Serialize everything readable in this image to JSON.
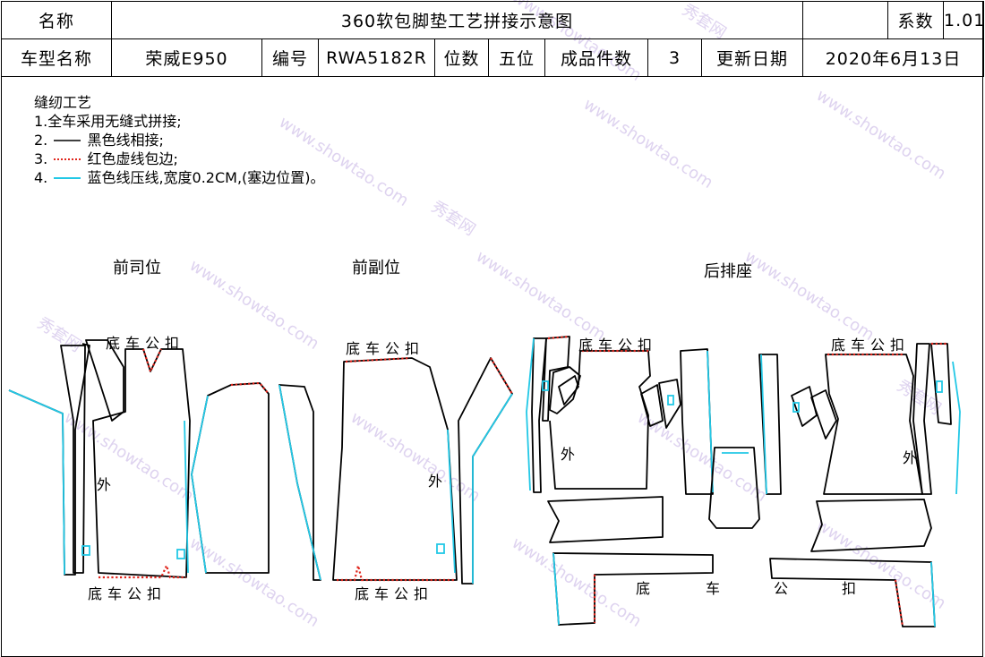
{
  "header": {
    "name_label": "名称",
    "title": "360软包脚垫工艺拼接示意图",
    "coef_label": "系数",
    "coef_value": "1.01",
    "model_label": "车型名称",
    "model_value": "荣威E950",
    "code_label": "编号",
    "code_value": "RWA5182R",
    "seats_label": "位数",
    "seats_value": "五位",
    "pieces_label": "成品件数",
    "pieces_value": "3",
    "date_label": "更新日期",
    "date_value": "2020年6月13日"
  },
  "notes": {
    "title": "缝纫工艺",
    "line1": "1.全车采用无缝式拼接;",
    "line2_prefix": "2.",
    "line2_text": "黑色线相接;",
    "line3_prefix": "3.",
    "line3_text": "红色虚线包边;",
    "line4_prefix": "4.",
    "line4_text": "蓝色线压线,宽度0.2CM,(塞边位置)。"
  },
  "sections": {
    "driver": "前司位",
    "passenger": "前副位",
    "rear": "后排座"
  },
  "labels": {
    "base_buckle": "底车公扣",
    "outer": "外",
    "base": "底",
    "car": "车",
    "gong": "公",
    "kou": "扣"
  },
  "watermark": {
    "brand": "秀套网",
    "url": "www.showtao.com"
  },
  "colors": {
    "line_black": "#000000",
    "line_red_dashed": "#e0261d",
    "line_blue": "#22c8e6"
  }
}
